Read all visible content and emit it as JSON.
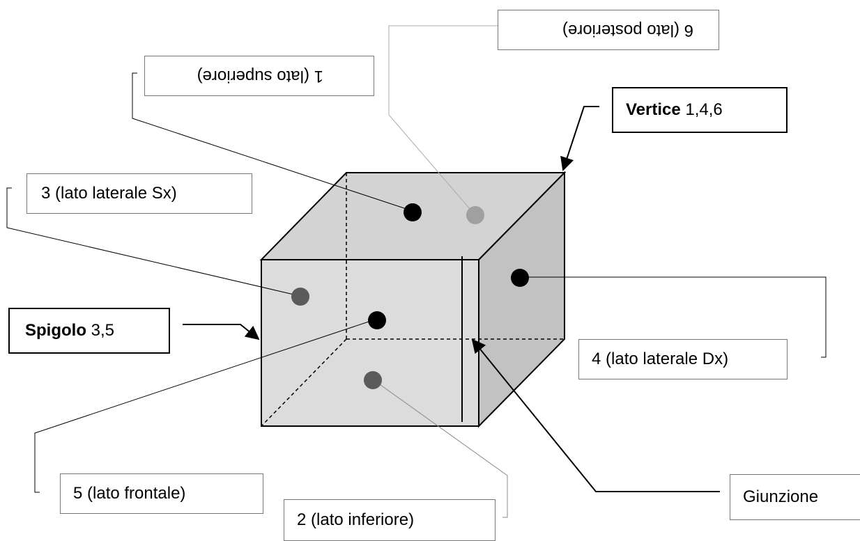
{
  "labels": {
    "face1": "1  (lato superiore)",
    "face6": "6 (lato posteriore)",
    "face3": "3 (lato laterale Sx)",
    "face4": "4 (lato laterale Dx)",
    "face5": "5 (lato frontale)",
    "face2": "2 (lato inferiore)",
    "vertice_bold": "Vertice",
    "vertice_num": " 1,4,6",
    "spigolo_bold": "Spigolo",
    "spigolo_num": " 3,5",
    "giunzione": "Giunzione"
  },
  "colors": {
    "front_face": "#dcdcdc",
    "top_face": "#d3d3d3",
    "right_face": "#c2c2c2",
    "dot_black": "#000000",
    "dot_dark_gray": "#5a5a5a",
    "dot_light_gray": "#a0a0a0"
  }
}
